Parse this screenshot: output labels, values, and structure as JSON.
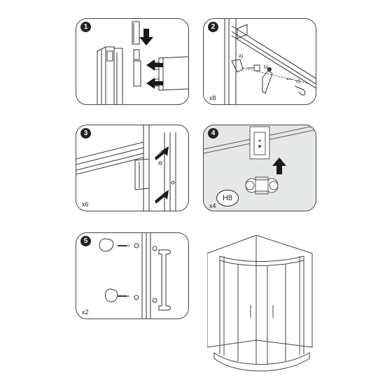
{
  "steps": [
    {
      "number": "1",
      "qty": ""
    },
    {
      "number": "2",
      "qty": "x8",
      "callouts": [
        "a)",
        "b)",
        "c)"
      ]
    },
    {
      "number": "3",
      "qty": "x6"
    },
    {
      "number": "4",
      "qty": "x4",
      "part_code": "H8"
    },
    {
      "number": "5",
      "qty": "x2"
    }
  ],
  "colors": {
    "line": "#3d4a44",
    "arrow": "#1a1a1a",
    "panel4_bg": "#e6e8e7"
  },
  "icons": [
    "down-arrow-icon",
    "right-arrow-icon",
    "up-arrow-icon"
  ]
}
